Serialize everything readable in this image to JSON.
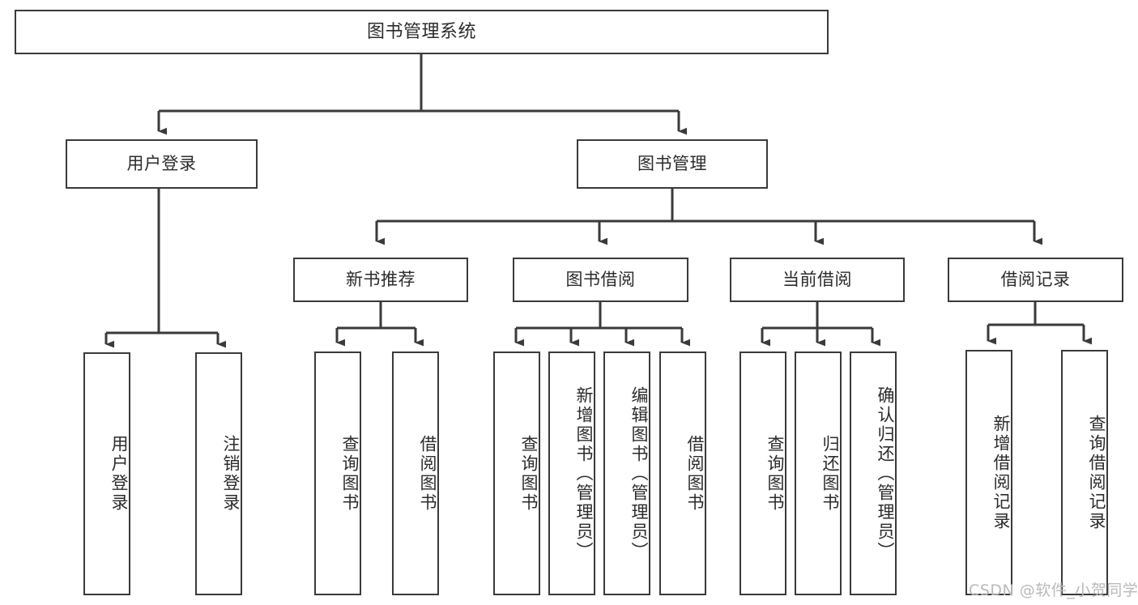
{
  "diagram": {
    "type": "tree",
    "title": "图书管理系统",
    "orientation": "top-down",
    "colors": {
      "box_border": "#3a3a3a",
      "box_fill": "#ffffff",
      "text": "#2b2b2b",
      "connector": "#3a3a3a",
      "watermark": "#b9b9b9",
      "background": "#ffffff"
    },
    "nodes": {
      "root": {
        "label": "图书管理系统",
        "level": 0
      },
      "l1": [
        {
          "id": "user_login",
          "label": "用户登录",
          "level": 1
        },
        {
          "id": "book_mgmt",
          "label": "图书管理",
          "level": 1
        }
      ],
      "l2": [
        {
          "id": "new_book_rec",
          "label": "新书推荐",
          "level": 2,
          "parent": "book_mgmt"
        },
        {
          "id": "book_borrow",
          "label": "图书借阅",
          "level": 2,
          "parent": "book_mgmt"
        },
        {
          "id": "current_borrow",
          "label": "当前借阅",
          "level": 2,
          "parent": "book_mgmt"
        },
        {
          "id": "borrow_record",
          "label": "借阅记录",
          "level": 2,
          "parent": "book_mgmt"
        }
      ],
      "leaves": [
        {
          "id": "leaf_user_login",
          "label": "用户登录",
          "parent": "user_login"
        },
        {
          "id": "leaf_user_logout",
          "label": "注销登录",
          "parent": "user_login"
        },
        {
          "id": "leaf_rec_query",
          "label": "查询图书",
          "parent": "new_book_rec"
        },
        {
          "id": "leaf_rec_borrow",
          "label": "借阅图书",
          "parent": "new_book_rec"
        },
        {
          "id": "leaf_borrow_query",
          "label": "查询图书",
          "parent": "book_borrow"
        },
        {
          "id": "leaf_borrow_add",
          "label": "新增图书（管理员）",
          "parent": "book_borrow"
        },
        {
          "id": "leaf_borrow_edit",
          "label": "编辑图书（管理员）",
          "parent": "book_borrow"
        },
        {
          "id": "leaf_borrow_take",
          "label": "借阅图书",
          "parent": "book_borrow"
        },
        {
          "id": "leaf_cur_query",
          "label": "查询图书",
          "parent": "current_borrow"
        },
        {
          "id": "leaf_cur_return",
          "label": "归还图书",
          "parent": "current_borrow"
        },
        {
          "id": "leaf_cur_confirm",
          "label": "确认归还（管理员）",
          "parent": "current_borrow"
        },
        {
          "id": "leaf_rec_add",
          "label": "新增借阅记录",
          "parent": "borrow_record"
        },
        {
          "id": "leaf_rec_search",
          "label": "查询借阅记录",
          "parent": "borrow_record"
        }
      ]
    },
    "watermark": "CSDN @软件_小贺同学"
  }
}
